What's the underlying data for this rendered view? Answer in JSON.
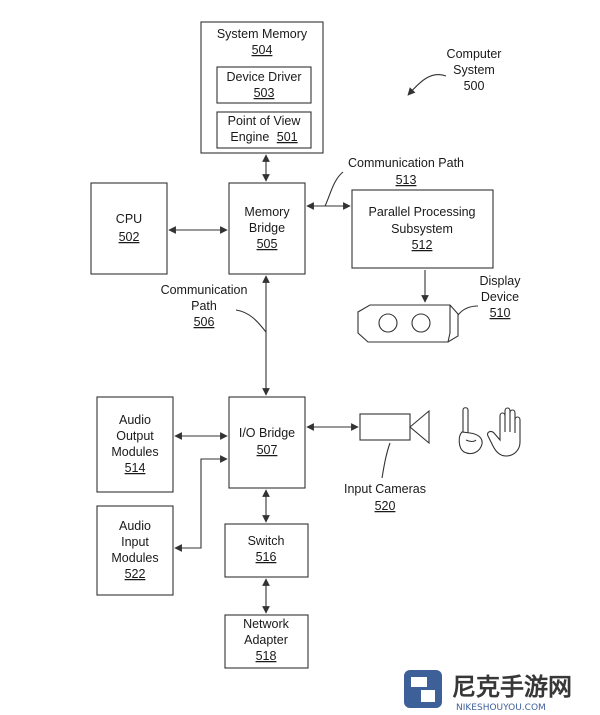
{
  "diagram": {
    "system": {
      "line1": "Computer",
      "line2": "System",
      "num": "500"
    },
    "system_memory": {
      "line1": "System Memory",
      "num": "504"
    },
    "device_driver": {
      "line1": "Device Driver",
      "num": "503"
    },
    "pov_engine": {
      "line1": "Point of View",
      "line2": "Engine",
      "num": "501"
    },
    "cpu": {
      "line1": "CPU",
      "num": "502"
    },
    "memory_bridge": {
      "line1": "Memory",
      "line2": "Bridge",
      "num": "505"
    },
    "comm_path_513": {
      "line1": "Communication Path",
      "num": "513"
    },
    "parallel": {
      "line1": "Parallel Processing",
      "line2": "Subsystem",
      "num": "512"
    },
    "display": {
      "line1": "Display",
      "line2": "Device",
      "num": "510"
    },
    "comm_path_506": {
      "line1": "Communication",
      "line2": "Path",
      "num": "506"
    },
    "audio_out": {
      "line1": "Audio",
      "line2": "Output",
      "line3": "Modules",
      "num": "514"
    },
    "io_bridge": {
      "line1": "I/O Bridge",
      "num": "507"
    },
    "cameras": {
      "line1": "Input Cameras",
      "num": "520"
    },
    "audio_in": {
      "line1": "Audio",
      "line2": "Input",
      "line3": "Modules",
      "num": "522"
    },
    "switch": {
      "line1": "Switch",
      "num": "516"
    },
    "network": {
      "line1": "Network",
      "line2": "Adapter",
      "num": "518"
    }
  },
  "watermark": {
    "text": "尼克手游网",
    "sub": "NIKESHOUYOU.COM"
  },
  "colors": {
    "line": "#333333",
    "background": "#ffffff",
    "watermark_blue": "#2a4f8f"
  }
}
